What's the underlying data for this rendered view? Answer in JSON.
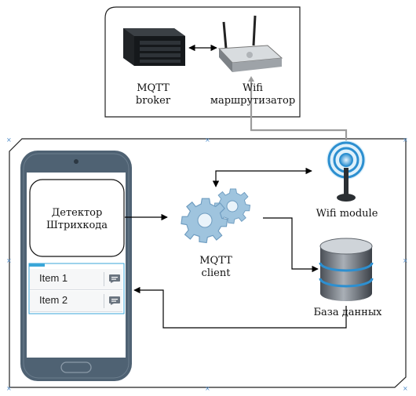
{
  "nodes": {
    "broker_label": "MQTT\nbroker",
    "router_label": "Wifi\nмаршрутизатор",
    "detector_label": "Детектор\nШтрихкода",
    "mqtt_client_label": "MQTT\nclient",
    "wifi_module_label": "Wifi module",
    "database_label": "База данных"
  },
  "list": {
    "items": [
      {
        "label": "Item 1"
      },
      {
        "label": "Item 2"
      }
    ]
  },
  "colors": {
    "phone_body": "#4f6273",
    "phone_screen": "#ffffff",
    "gear": "#9fc4de",
    "list_accent": "#3aa6d8",
    "connector": "#9c9c9c",
    "wifi_blue": "#3aa6d8"
  },
  "icons": [
    "server-icon",
    "router-icon",
    "phone-icon",
    "gears-icon",
    "wifi-antenna-icon",
    "database-icon",
    "list-item-icon"
  ]
}
